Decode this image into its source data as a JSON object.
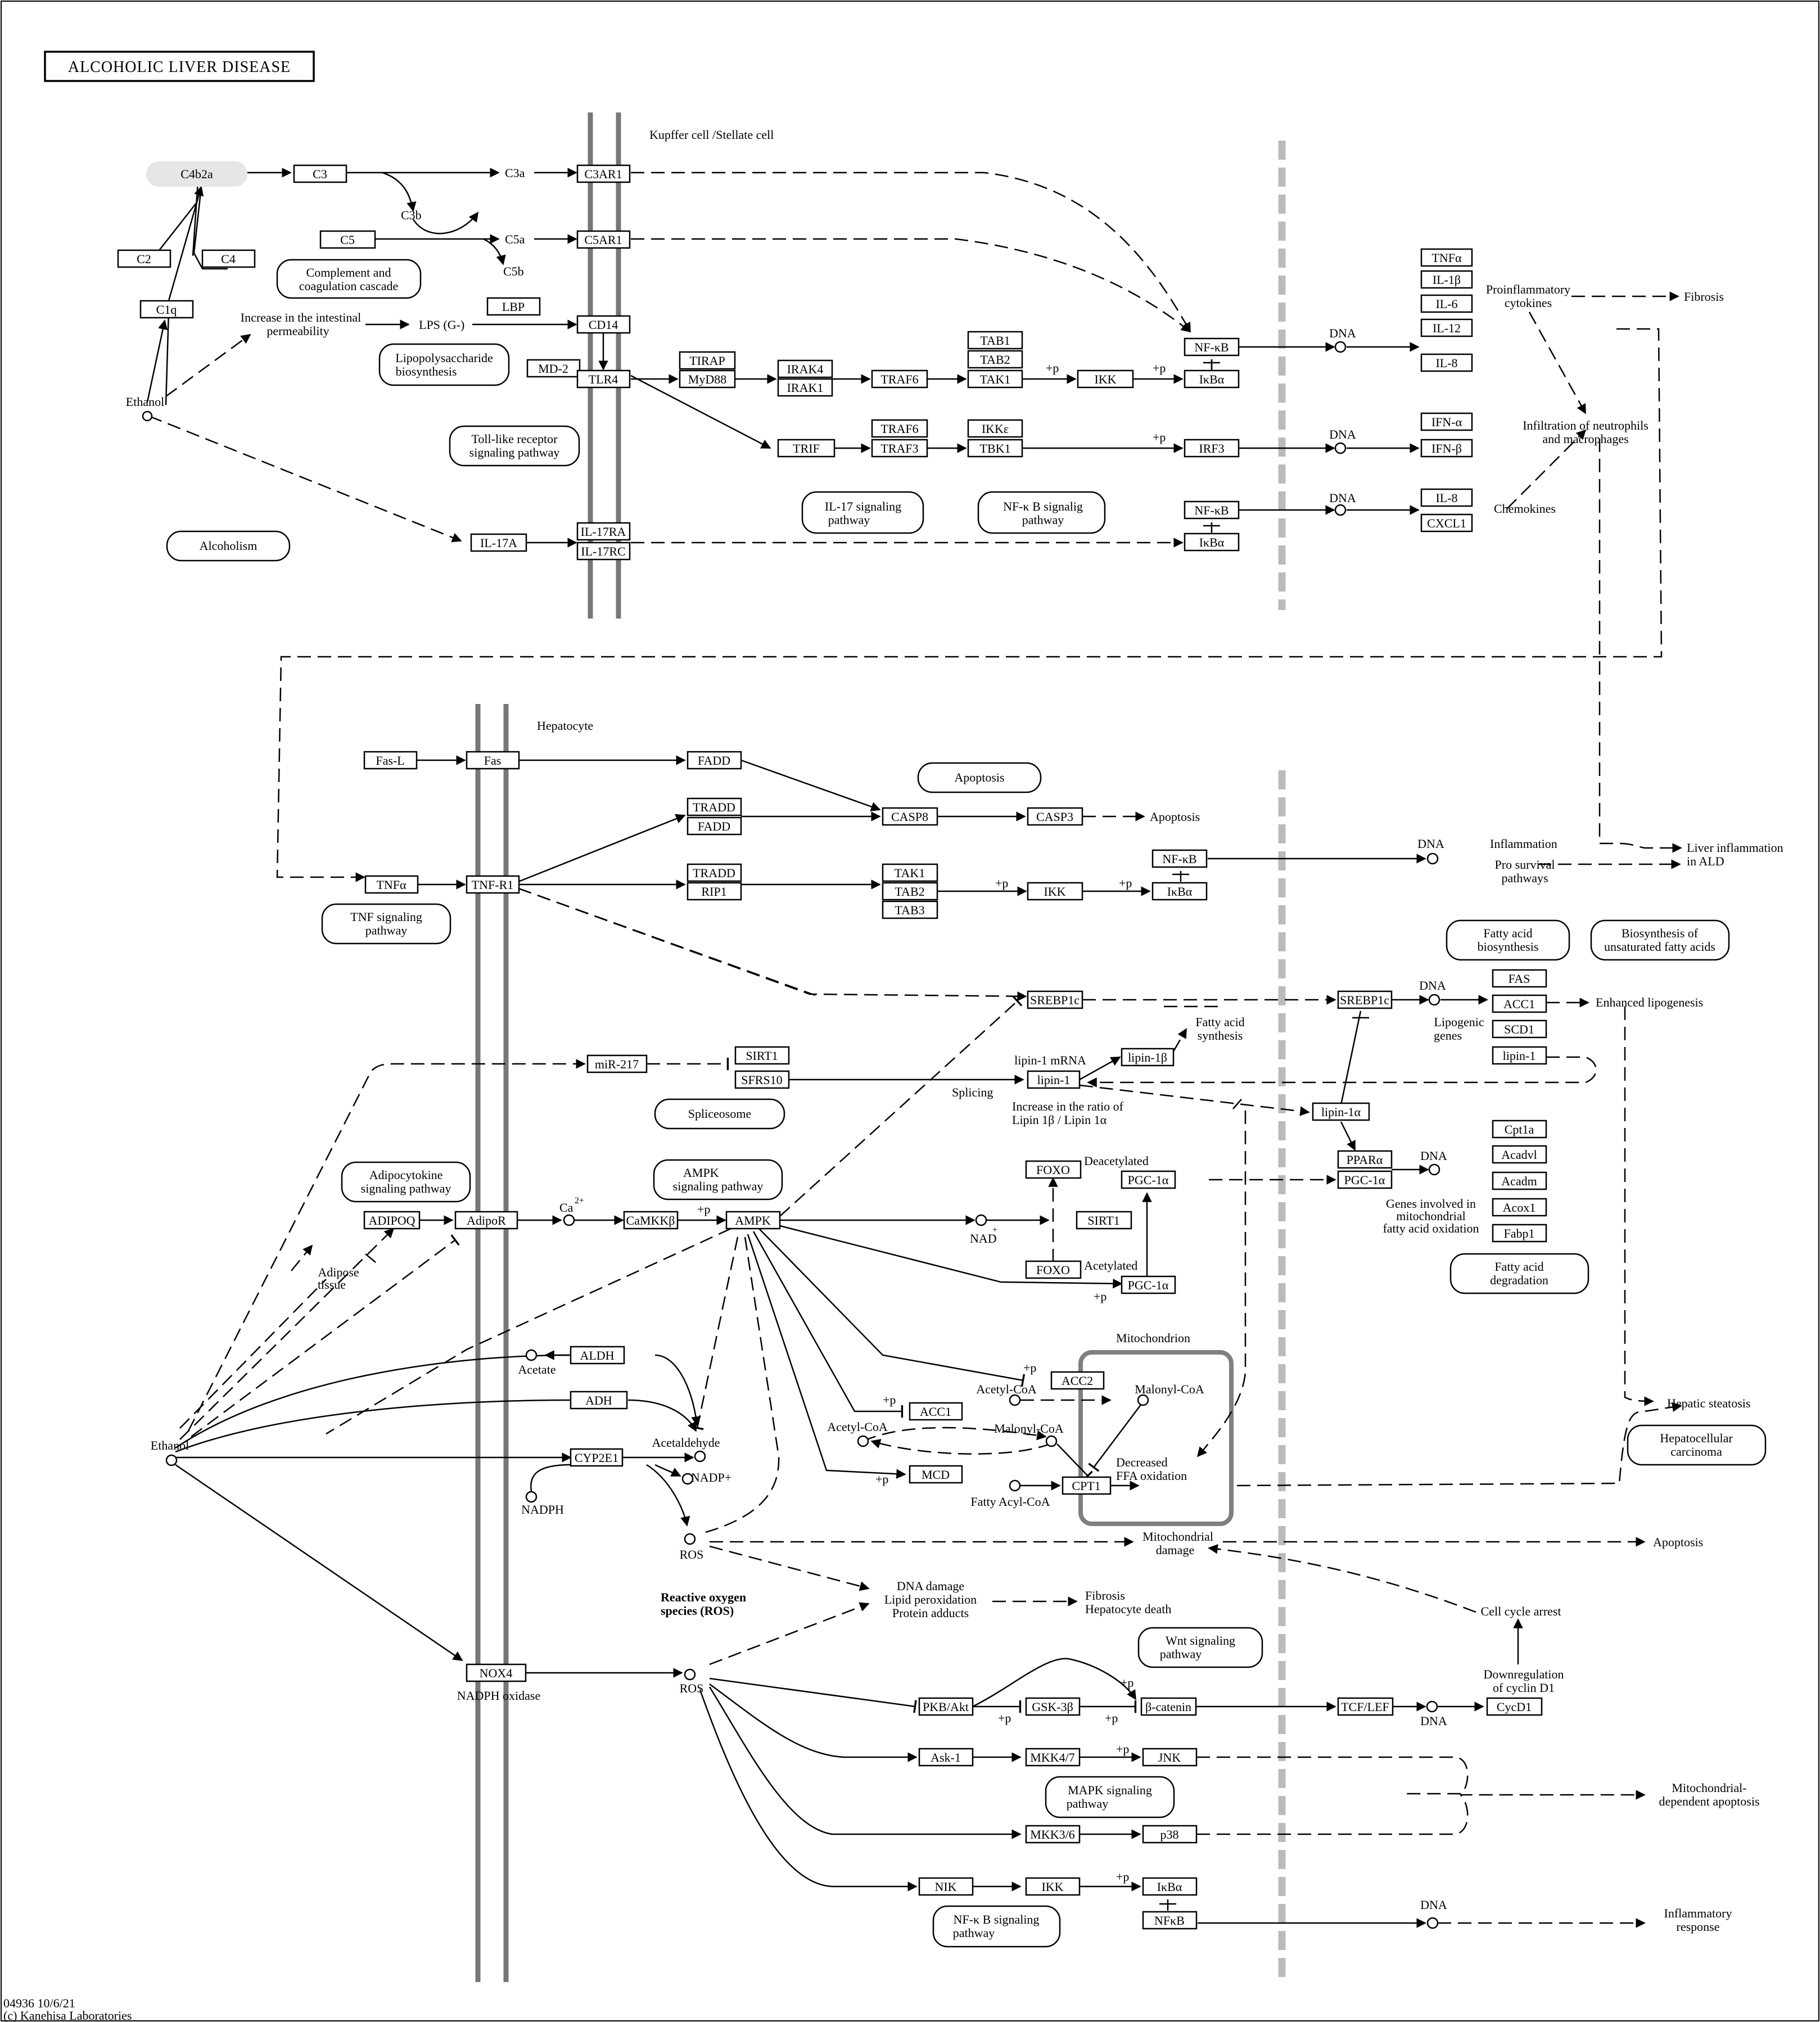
{
  "title": "ALCOHOLIC LIVER DISEASE",
  "footer": {
    "id_line": "04936 10/6/21",
    "copyright": "(c) Kanehisa Laboratories"
  },
  "regions": {
    "kupffer": "Kupffer cell /Stellate cell",
    "hepatocyte": "Hepatocyte",
    "mitochondrion": "Mitochondrion",
    "ros_heading_1": "Reactive oxygen",
    "ros_heading_2": "species (ROS)"
  },
  "genes": {
    "c4b2a": "C4b2a",
    "c3": "C3",
    "c3ar1": "C3AR1",
    "c5": "C5",
    "c5ar1": "C5AR1",
    "c2": "C2",
    "c4": "C4",
    "c1q": "C1q",
    "lbp": "LBP",
    "cd14": "CD14",
    "md2": "MD-2",
    "tlr4": "TLR4",
    "tirap": "TIRAP",
    "myd88": "MyD88",
    "irak4": "IRAK4",
    "irak1": "IRAK1",
    "traf6a": "TRAF6",
    "tab1a": "TAB1",
    "tab2a": "TAB2",
    "tak1a": "TAK1",
    "ikk_a": "IKK",
    "nfkb_a": "NF-κB",
    "ikba_a": "IκBα",
    "trif": "TRIF",
    "traf6b": "TRAF6",
    "traf3": "TRAF3",
    "ikke": "IKKε",
    "tbk1": "TBK1",
    "irf3": "IRF3",
    "il17a": "IL-17A",
    "il17ra": "IL-17RA",
    "il17rc": "IL-17RC",
    "nfkb_b": "NF-κB",
    "ikba_b": "IκBα",
    "tnfa_out": "TNFα",
    "il1b": "IL-1β",
    "il6": "IL-6",
    "il12": "IL-12",
    "il8a": "IL-8",
    "ifna": "IFN-α",
    "ifnb": "IFN-β",
    "il8b": "IL-8",
    "cxcl1": "CXCL1",
    "fasl": "Fas-L",
    "fas": "Fas",
    "fadd_a": "FADD",
    "tradd_a": "TRADD",
    "fadd_b": "FADD",
    "casp8": "CASP8",
    "casp3": "CASP3",
    "tnfa": "TNFα",
    "tnfr1": "TNF-R1",
    "tradd_b": "TRADD",
    "rip1": "RIP1",
    "tak1b": "TAK1",
    "tab2b": "TAB2",
    "tab3": "TAB3",
    "ikk_b": "IKK",
    "nfkb_c": "NF-κB",
    "ikba_c": "IκBα",
    "srebp_a": "SREBP1c",
    "srebp_b": "SREBP1c",
    "fas_gene": "FAS",
    "acc1_a": "ACC1",
    "scd1": "SCD1",
    "lipin1_r": "lipin-1",
    "mir217": "miR-217",
    "sirt1_a": "SIRT1",
    "sfrs10": "SFRS10",
    "lipin1b": "lipin-1β",
    "lipin1": "lipin-1",
    "lipin1a": "lipin-1α",
    "adipoq": "ADIPOQ",
    "adipor": "AdipoR",
    "camkkb": "CaMKKβ",
    "ampk": "AMPK",
    "foxo_a": "FOXO",
    "pgc1a_a": "PGC-1α",
    "sirt1_b": "SIRT1",
    "foxo_b": "FOXO",
    "pgc1a_b": "PGC-1α",
    "ppara": "PPARα",
    "pgc1a_c": "PGC-1α",
    "cpt1a": "Cpt1a",
    "acadvl": "Acadvl",
    "acadm": "Acadm",
    "acox1": "Acox1",
    "fabp1": "Fabp1",
    "aldh": "ALDH",
    "adh": "ADH",
    "cyp2e1": "CYP2E1",
    "acc2": "ACC2",
    "acc1_b": "ACC1",
    "mcd": "MCD",
    "cpt1": "CPT1",
    "nox4": "NOX4",
    "pkb": "PKB/Akt",
    "gsk3b": "GSK-3β",
    "bcat": "β-catenin",
    "tcflef": "TCF/LEF",
    "cycd1": "CycD1",
    "ask1": "Ask-1",
    "mkk47": "MKK4/7",
    "jnk": "JNK",
    "mkk36": "MKK3/6",
    "p38": "p38",
    "nik": "NIK",
    "ikk_c": "IKK",
    "ikba_d": "IκBα",
    "nfkb_d": "NFκB"
  },
  "maps": {
    "complement_1": "Complement and",
    "complement_2": "coagulation cascade",
    "lps_1": "Lipopolysaccharide",
    "lps_2": "biosynthesis",
    "tlr_1": "Toll-like receptor",
    "tlr_2": "signaling pathway",
    "alcoholism": "Alcoholism",
    "il17_1": "IL-17 signaling",
    "il17_2": "pathway",
    "nfkb1_1": "NF-κ B signalig",
    "nfkb1_2": "pathway",
    "apoptosis": "Apoptosis",
    "tnf_1": "TNF signaling",
    "tnf_2": "pathway",
    "fab_1": "Fatty acid",
    "fab_2": "biosynthesis",
    "ufa_1": "Biosynthesis of",
    "ufa_2": "unsaturated fatty acids",
    "splice": "Spliceosome",
    "adipo_1": "Adipocytokine",
    "adipo_2": "signaling pathway",
    "ampk_1": "AMPK",
    "ampk_2": "signaling pathway",
    "fad_1": "Fatty acid",
    "fad_2": "degradation",
    "hcc_1": "Hepatocellular",
    "hcc_2": "carcinoma",
    "wnt_1": "Wnt signaling",
    "wnt_2": "pathway",
    "mapk_1": "MAPK signaling",
    "mapk_2": "pathway",
    "nfkb2_1": "NF-κ B signaling",
    "nfkb2_2": "pathway"
  },
  "labels": {
    "c3a": "C3a",
    "c3b": "C3b",
    "c5a": "C5a",
    "c5b": "C5b",
    "perm_1": "Increase in the intestinal",
    "perm_2": "permeability",
    "lpsg": "LPS (G-)",
    "ethanol_top": "Ethanol",
    "dna1": "DNA",
    "dna2": "DNA",
    "dna3": "DNA",
    "p1": "+p",
    "p2": "+p",
    "p3": "+p",
    "proinfl_1": "Proinflammatory",
    "proinfl_2": "cytokines",
    "fibrosis": "Fibrosis",
    "infil_1": "Infiltration of neutrophils",
    "infil_2": "and macrophages",
    "chemokines": "Chemokines",
    "apoptosis_a": "Apoptosis",
    "dna4": "DNA",
    "inflammation": "Inflammation",
    "prosurv_1": "Pro survival",
    "prosurv_2": "pathways",
    "liverinfl_1": "Liver inflammation",
    "liverinfl_2": "in ALD",
    "p4": "+p",
    "p5": "+p",
    "dna5": "DNA",
    "lipogenic_1": "Lipogenic",
    "lipogenic_2": "genes",
    "enhanced": "Enhanced lipogenesis",
    "fas_syn_1": "Fatty acid",
    "fas_syn_2": "synthesis",
    "mrna": "lipin-1 mRNA",
    "splicing": "Splicing",
    "ratio_1": "Increase in the ratio of",
    "ratio_2": "Lipin 1β / Lipin 1α",
    "ca2": "Ca",
    "ca2_sup": "2+",
    "p6": "+p",
    "nad": "NAD",
    "nad_sup": "+",
    "deacetylated": "Deacetylated",
    "acetylated": "Acetylated",
    "p7": "+p",
    "dna6": "DNA",
    "genes_fao_1": "Genes involved in",
    "genes_fao_2": "mitochondrial",
    "genes_fao_3": "fatty acid oxidation",
    "adipose_1": "Adipose",
    "adipose_2": "tissue",
    "ethanol_bottom": "Ethanol",
    "acetate": "Acetate",
    "acetaldehyde": "Acetaldehyde",
    "nadp": "NADP+",
    "nadph": "NADPH",
    "ros1": "ROS",
    "acetylcoa_a": "Acetyl-CoA",
    "malonylcoa_a": "Malonyl-CoA",
    "acetylcoa_b": "Acetyl-CoA",
    "malonylcoa_b": "Malonyl-CoA",
    "fattyacyl": "Fatty Acyl-CoA",
    "p8": "+p",
    "p9": "+p",
    "p10": "+p",
    "decreased_1": "Decreased",
    "decreased_2": "FFA oxidation",
    "hepatic": "Hepatic steatosis",
    "mitodam_1": "Mitochondrial",
    "mitodam_2": "damage",
    "apoptosis_b": "Apoptosis",
    "dnadam_1": "DNA damage",
    "dnadam_2": "Lipid peroxidation",
    "dnadam_3": "Protein adducts",
    "fibrosis2_1": "Fibrosis",
    "fibrosis2_2": "Hepatocyte death",
    "cellcycle": "Cell cycle arrest",
    "downreg_1": "Downregulation",
    "downreg_2": "of cyclin D1",
    "nadph_ox": "NADPH oxidase",
    "ros2": "ROS",
    "p11": "+p",
    "p12": "+p",
    "p13": "+p",
    "p14": "+p",
    "dna7": "DNA",
    "p15": "+p",
    "mitodep_1": "Mitochondrial-",
    "mitodep_2": "dependent apoptosis",
    "p16": "+p",
    "dna8": "DNA",
    "inflresp_1": "Inflammatory",
    "inflresp_2": "response"
  }
}
